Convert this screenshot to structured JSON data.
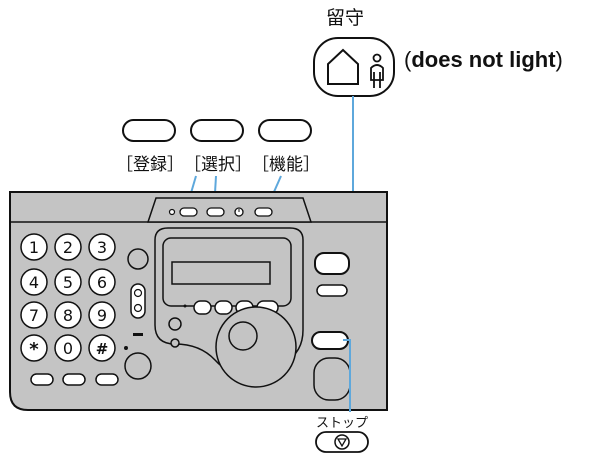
{
  "rusu": {
    "label": "留守",
    "note": "does not light"
  },
  "top_buttons": [
    {
      "label": "［登録］"
    },
    {
      "label": "［選択］"
    },
    {
      "label": "［機能］"
    }
  ],
  "keypad": [
    "1",
    "2",
    "3",
    "4",
    "5",
    "6",
    "7",
    "8",
    "9",
    "*",
    "0",
    "#"
  ],
  "stop": {
    "label": "ストップ"
  }
}
